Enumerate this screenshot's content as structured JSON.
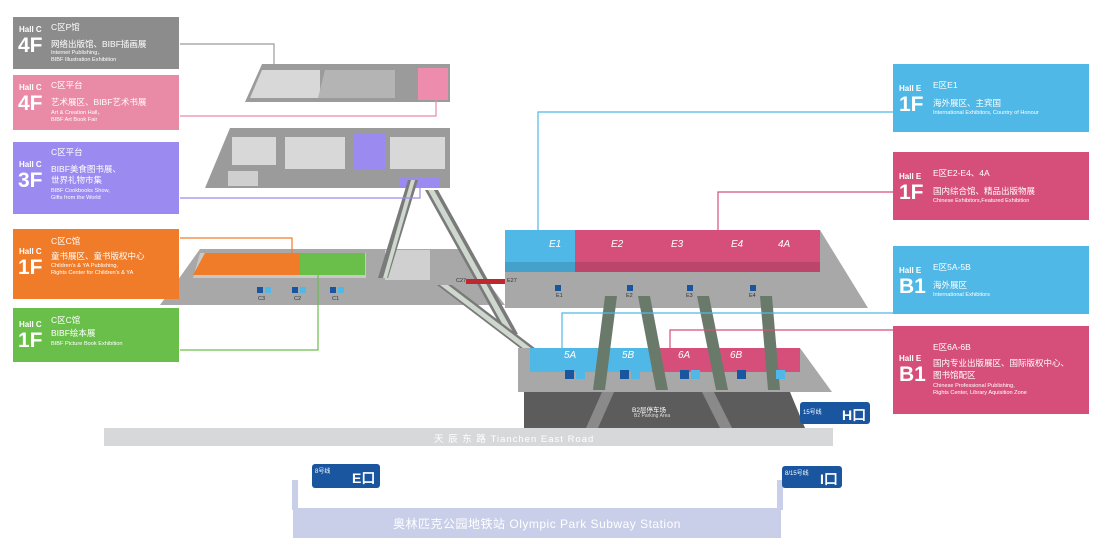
{
  "legend_left": [
    {
      "hall": "Hall C",
      "floor": "4F",
      "zh1": "C区P馆",
      "zh2": "网络出版馆、BIBF插画展",
      "en1": "Internet Publishing，",
      "en2": "BIBF Illustration Exhibition",
      "color": "#8c8c8c"
    },
    {
      "hall": "Hall C",
      "floor": "4F",
      "zh1": "C区平台",
      "zh2": "艺术展区、BIBF艺术书展",
      "en1": "Art & Creation Hall，",
      "en2": "BIBF Art Book Fair",
      "color": "#e98aa6"
    },
    {
      "hall": "Hall C",
      "floor": "3F",
      "zh1": "C区平台",
      "zh2": "BIBF美食图书展、",
      "zh3": "世界礼物市集",
      "en1": "BIBF Cookbooks Show,",
      "en2": "Gifts from the World",
      "color": "#9b8bf0"
    },
    {
      "hall": "Hall C",
      "floor": "1F",
      "zh1": "C区C馆",
      "zh2": "童书展区、童书版权中心",
      "en1": "Children's & YA Publishing,",
      "en2": "Rights Center for Children's & YA",
      "color": "#f07c2a"
    },
    {
      "hall": "Hall C",
      "floor": "1F",
      "zh1": "C区C馆",
      "zh2": "BIBF绘本展",
      "en1": "BIBF Picture Book Exhibition",
      "en2": "",
      "color": "#6abf4b"
    }
  ],
  "legend_right": [
    {
      "hall": "Hall E",
      "floor": "1F",
      "zh1": "E区E1",
      "zh2": "海外展区、主宾国",
      "en1": "International Exhibitors, Country of Honour",
      "en2": "",
      "color": "#4fb8e6"
    },
    {
      "hall": "Hall E",
      "floor": "1F",
      "zh1": "E区E2-E4、4A",
      "zh2": "国内综合馆、精品出版物展",
      "en1": "Chinese Exhibitors,Featured Exhibition",
      "en2": "",
      "color": "#d64f7b"
    },
    {
      "hall": "Hall E",
      "floor": "B1",
      "zh1": "E区5A-5B",
      "zh2": "海外展区",
      "en1": "International Exhibitors",
      "en2": "",
      "color": "#4fb8e6"
    },
    {
      "hall": "Hall E",
      "floor": "B1",
      "zh1": "E区6A-6B",
      "zh2": "国内专业出版展区、国际版权中心、",
      "zh3": "图书馆配区",
      "en1": "Chinese Professional Publishing,",
      "en2": "Rights Center, Library Aquisition Zone",
      "color": "#d64f7b"
    }
  ],
  "hall_labels": {
    "e1": "E1",
    "e2": "E2",
    "e3": "E3",
    "e4": "E4",
    "e4a": "4A",
    "e5a": "5A",
    "e5b": "5B",
    "e6a": "6A",
    "e6b": "6B"
  },
  "connectors": {
    "c27": "C27",
    "e27": "E27"
  },
  "entrances": {
    "c3": "C3",
    "c2": "C2",
    "c1": "C1",
    "e1": "E1",
    "e2": "E2",
    "e3": "E3",
    "e4": "E4"
  },
  "parking": {
    "zh": "B2层停车场",
    "en": "B2 Parking Area"
  },
  "road": "天 辰 东 路   Tianchen East Road",
  "metro": {
    "h": {
      "line": "15号线",
      "exit": "H口"
    },
    "e": {
      "line": "8号线",
      "exit": "E口"
    },
    "i": {
      "line": "8/15号线",
      "exit": "I口"
    }
  },
  "station": "奥林匹克公园地铁站  Olympic Park Subway Station",
  "colors": {
    "blue": "#4fb8e6",
    "pink": "#d64f7b",
    "orange": "#f07c2a",
    "green": "#6abf4b",
    "purple": "#9b8bf0",
    "grey": "#9a9a9a",
    "metro": "#1a56a0"
  }
}
